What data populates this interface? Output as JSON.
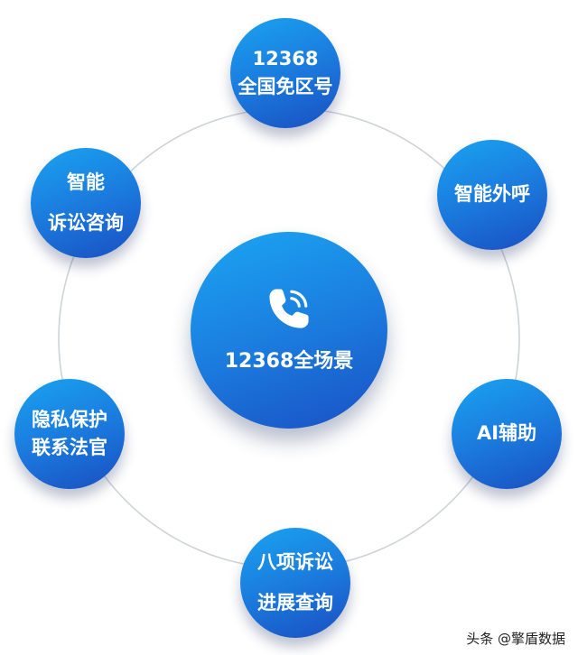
{
  "center": {
    "label": "12368全场景",
    "icon": "phone-icon"
  },
  "nodes": {
    "top": {
      "line1": "12368",
      "line2": "全国免区号"
    },
    "upper_right": {
      "line1": "智能外呼"
    },
    "upper_left": {
      "line1": "智能",
      "line2": "诉讼咨询"
    },
    "lower_left": {
      "line1": "隐私保护",
      "line2": "联系法官"
    },
    "lower_right": {
      "line1": "AI辅助"
    },
    "bottom": {
      "line1": "八项诉讼",
      "line2": "进展查询"
    }
  },
  "watermark": "头条 @擎盾数据",
  "colors": {
    "node_light": "#1aa3f0",
    "node_dark": "#1a4fc2",
    "ring": "#cfd3d6"
  }
}
